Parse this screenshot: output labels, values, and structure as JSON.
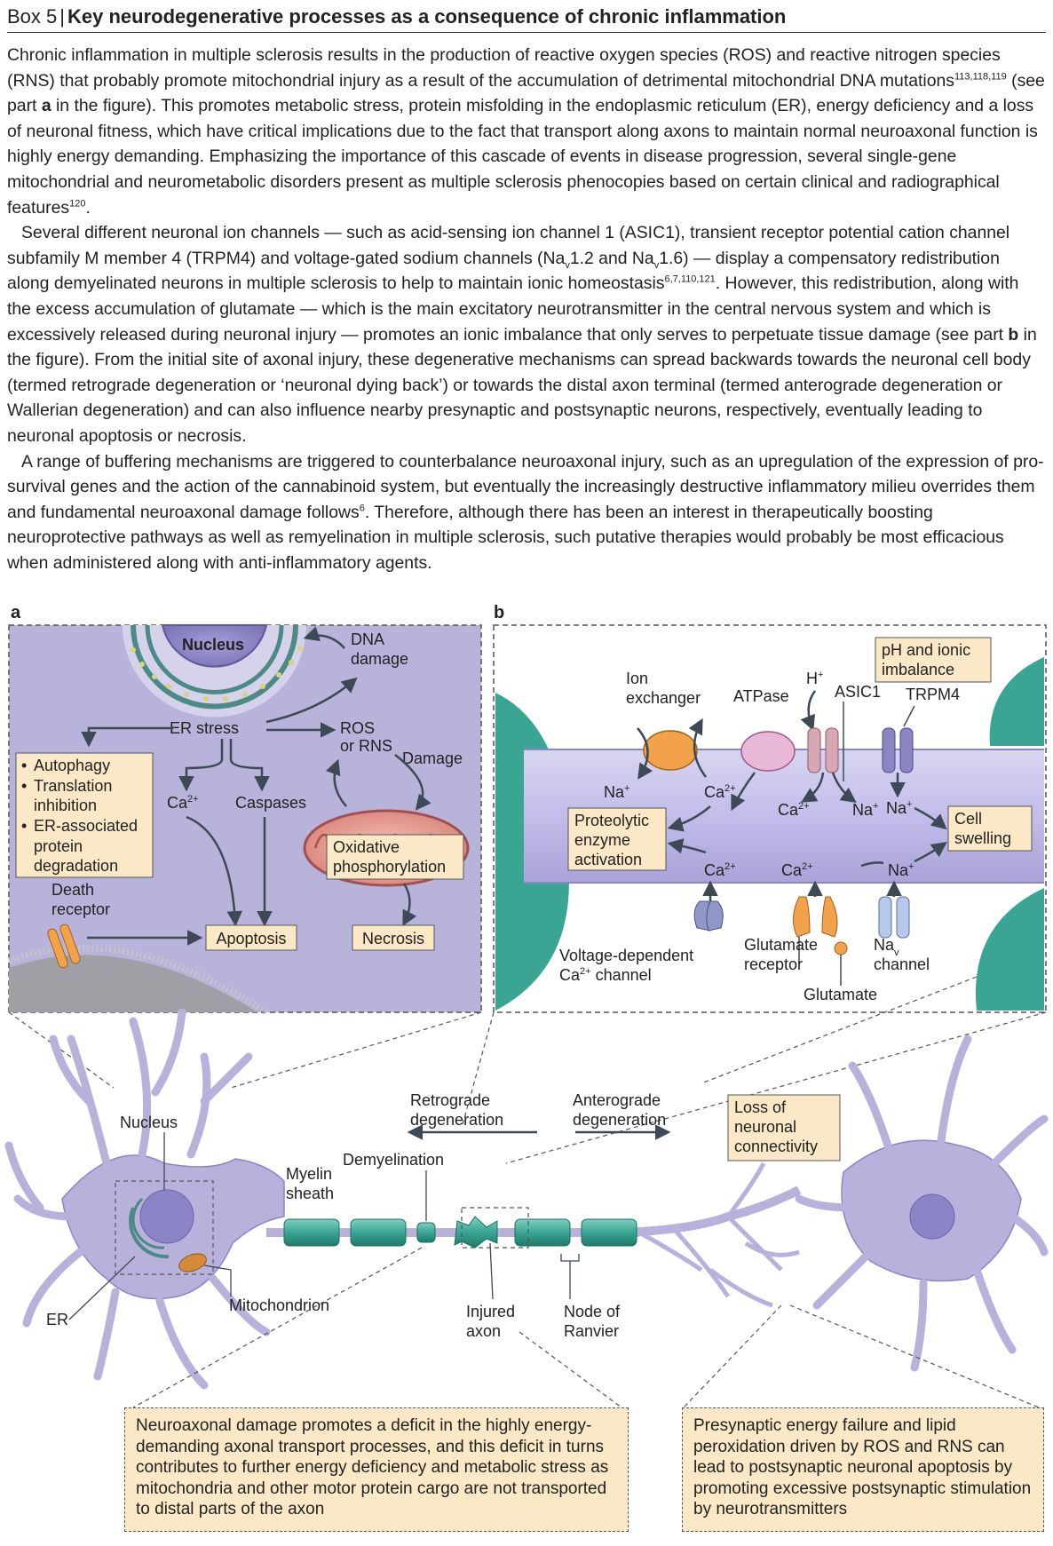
{
  "header": {
    "box_label": "Box 5",
    "separator": "|",
    "title": "Key neurodegenerative processes as a consequence of chronic inflammation"
  },
  "body": {
    "p1": {
      "a": "Chronic inflammation in multiple sclerosis results in the production of reactive oxygen species (ROS) and reactive nitrogen species (RNS) that probably promote mitochondrial injury as a result of the accumulation of detrimental mitochondrial DNA mutations",
      "ref1": "113,118,119",
      "b": " (see part ",
      "bold_a": "a",
      "c": " in the figure). This promotes metabolic stress, protein misfolding in the endoplasmic reticulum (ER), energy deficiency and a loss of neuronal fitness, which have critical implications due to the fact that transport along axons to maintain normal neuroaxonal function is highly energy demanding. Emphasizing the importance of this cascade of events in disease progression, several single-gene mitochondrial and neurometabolic disorders present as multiple sclerosis phenocopies based on certain clinical and radiographical features",
      "ref2": "120",
      "d": "."
    },
    "p2": {
      "a": "Several different neuronal ion channels — such as acid-sensing ion channel 1 (ASIC1), transient receptor potential cation channel subfamily M member 4 (TRPM4) and voltage-gated sodium channels (Na",
      "sub1": "v",
      "b": "1.2 and Na",
      "sub2": "v",
      "c": "1.6) — display a compensatory redistribution along demyelinated neurons in multiple sclerosis to help to maintain ionic homeostasis",
      "ref1": "6,7,110,121",
      "d": ". However, this redistribution, along with the excess accumulation of glutamate — which is the main excitatory neurotransmitter in the central nervous system and which is excessively released during neuronal injury — promotes an ionic imbalance that only serves to perpetuate tissue damage (see part ",
      "bold_b": "b",
      "e": " in the figure). From the initial site of axonal injury, these degenerative mechanisms can spread backwards towards the neuronal cell body (termed retrograde degeneration or ‘neuronal dying back’) or towards the distal axon terminal (termed anterograde degeneration or Wallerian degeneration) and can also influence nearby presynaptic and postsynaptic neurons, respectively, eventually leading to neuronal apoptosis or necrosis."
    },
    "p3": {
      "a": "A range of buffering mechanisms are triggered to counterbalance neuroaxonal injury, such as an upregulation of the expression of pro-survival genes and the action of the cannabinoid system, but eventually the increasingly destructive inflammatory milieu overrides them and fundamental neuroaxonal damage follows",
      "ref1": "6",
      "b": ". Therefore, although there has been an interest in therapeutically boosting neuroprotective pathways as well as remyelination in multiple sclerosis, such putative therapies would probably be most efficacious when administered along with anti-inflammatory agents."
    }
  },
  "panel_a": {
    "label": "a",
    "nucleus": "Nucleus",
    "dna_damage": [
      "DNA",
      "damage"
    ],
    "er_stress": "ER stress",
    "ros": [
      "ROS",
      "or RNS"
    ],
    "damage": "Damage",
    "autophagy_list": [
      "Autophagy",
      "Translation",
      "inhibition",
      "ER-associated",
      "protein",
      "degradation"
    ],
    "bullet": "•",
    "ca": "Ca",
    "ca_sup": "2+",
    "caspases": "Caspases",
    "oxphos": [
      "Oxidative",
      "phosphorylation"
    ],
    "death_receptor": [
      "Death",
      "receptor"
    ],
    "apoptosis": "Apoptosis",
    "necrosis": "Necrosis"
  },
  "panel_b": {
    "label": "b",
    "ph": [
      "pH and ionic",
      "imbalance"
    ],
    "ion_exchanger": [
      "Ion",
      "exchanger"
    ],
    "atpase": "ATPase",
    "h": "H",
    "h_sup": "+",
    "asic1": "ASIC1",
    "trpm4": "TRPM4",
    "na": "Na",
    "na_sup": "+",
    "ca": "Ca",
    "ca_sup": "2+",
    "proteolytic": [
      "Proteolytic",
      "enzyme",
      "activation"
    ],
    "cell_swelling": [
      "Cell",
      "swelling"
    ],
    "vdcc": [
      "Voltage-dependent",
      "Ca",
      "2+",
      " channel"
    ],
    "glutamate_receptor": [
      "Glutamate",
      "receptor"
    ],
    "glutamate": "Glutamate",
    "nav": [
      "Na",
      "v",
      "channel"
    ]
  },
  "neuron": {
    "nucleus": "Nucleus",
    "er": "ER",
    "mitochondrion": "Mitochondrion",
    "myelin": [
      "Myelin",
      "sheath"
    ],
    "demyelination": "Demyelination",
    "retrograde": [
      "Retrograde",
      "degeneration"
    ],
    "anterograde": [
      "Anterograde",
      "degeneration"
    ],
    "loss": [
      "Loss of",
      "neuronal",
      "connectivity"
    ],
    "injured_axon": [
      "Injured",
      "axon"
    ],
    "node": [
      "Node of",
      "Ranvier"
    ]
  },
  "notes": {
    "left": "Neuroaxonal damage promotes a deficit in the highly energy-demanding axonal transport processes, and this deficit in turns contributes to further energy deficiency and metabolic stress as mitochondria and other motor protein cargo are not transported to distal parts of the axon",
    "right": "Presynaptic energy failure and lipid peroxidation driven by ROS and RNS can lead to postsynaptic neuronal apoptosis by promoting excessive postsynaptic stimulation by neurotransmitters"
  },
  "colors": {
    "panel_a_bg": "#b8b3da",
    "label_box": "#fbe8c6",
    "axon": "#c9c5ea",
    "myelin": "#3aa593",
    "neuron": "#b7b1dc",
    "exchanger": "#f2a24a",
    "atpase": "#e9b7d8",
    "channel": "#8a86c2"
  }
}
